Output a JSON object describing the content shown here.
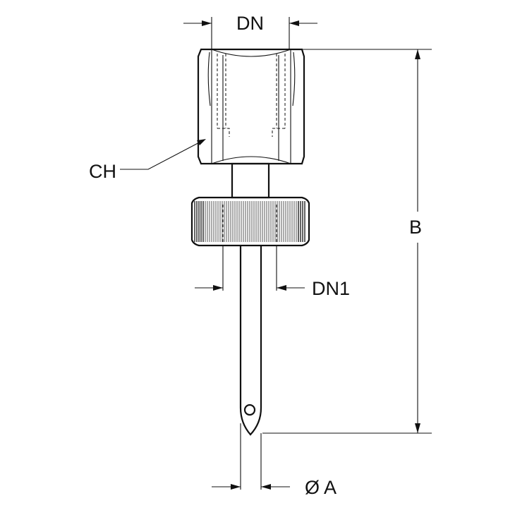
{
  "labels": {
    "dn": "DN",
    "ch": "CH",
    "b": "B",
    "dn1": "DN1",
    "diam_a": "Ø A"
  },
  "colors": {
    "line": "#111111",
    "shade": "#e8e8e8",
    "background": "#ffffff"
  }
}
